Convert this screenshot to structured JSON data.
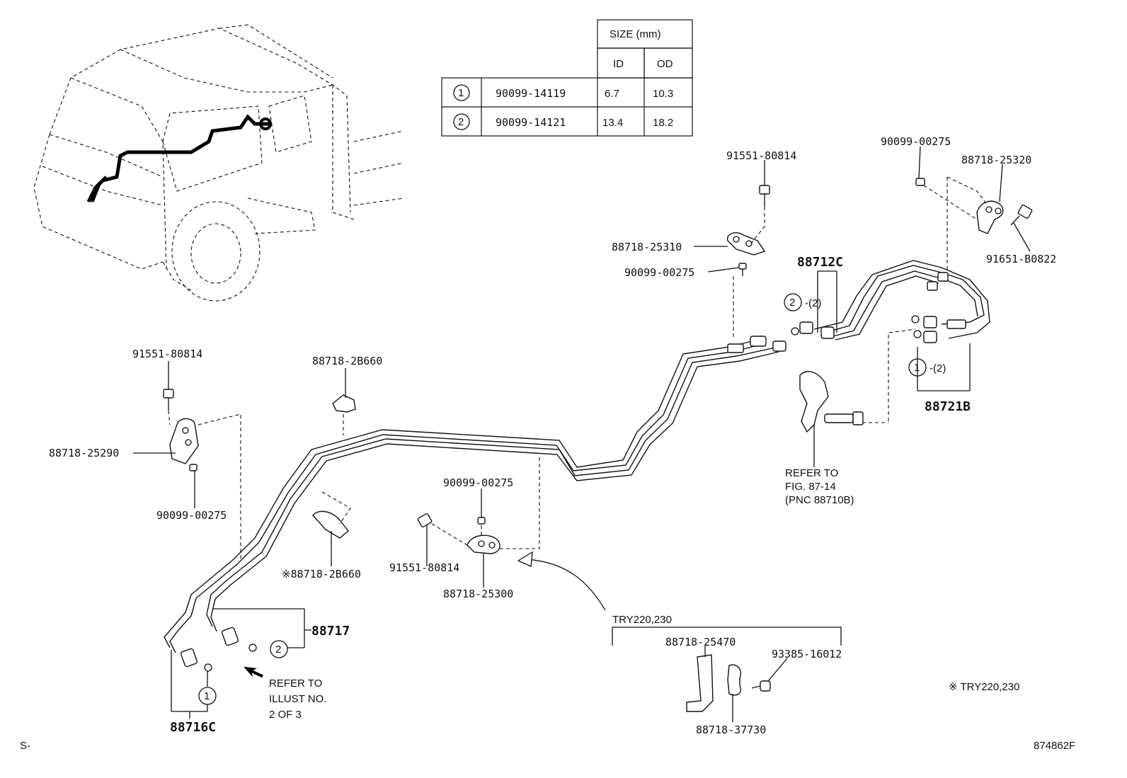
{
  "size_table": {
    "header": "SIZE (mm)",
    "col_id": "ID",
    "col_od": "OD",
    "rows": [
      {
        "mark": "1",
        "part": "90099-14119",
        "id": "6.7",
        "od": "10.3"
      },
      {
        "mark": "2",
        "part": "90099-14121",
        "id": "13.4",
        "od": "18.2"
      }
    ]
  },
  "labels": {
    "p91551_top": "91551-80814",
    "p88718_25310": "88718-25310",
    "p90099_mid": "90099-00275",
    "p90099_topright": "90099-00275",
    "p88718_25320": "88718-25320",
    "p91651": "91651-B0822",
    "p88712c": "88712C",
    "p88712c_qty": "-(2)",
    "p88721b": "88721B",
    "p88721b_qty": "-(2)",
    "refer_fig_1": "REFER TO",
    "refer_fig_2": "FIG. 87-14",
    "refer_fig_3": "(PNC 88710B)",
    "p91551_left": "91551-80814",
    "p88718_25290": "88718-25290",
    "p90099_left": "90099-00275",
    "p88718_2b660_top": "88718-2B660",
    "p88718_2b660_star": "※88718-2B660",
    "p90099_center": "90099-00275",
    "p91551_center": "91551-80814",
    "p88718_25300": "88718-25300",
    "p88717": "88717",
    "p88716c": "88716C",
    "refer_illust_1": "REFER TO",
    "refer_illust_2": "ILLUST NO.",
    "refer_illust_3": "2 OF 3",
    "try_group": "TRY220,230",
    "p88718_25470": "88718-25470",
    "p93385": "93385-16012",
    "p88718_37730": "88718-37730",
    "star_note": "※ TRY220,230",
    "corner_left": "S-",
    "corner_right": "874862F",
    "circle_1": "1",
    "circle_2": "2"
  }
}
